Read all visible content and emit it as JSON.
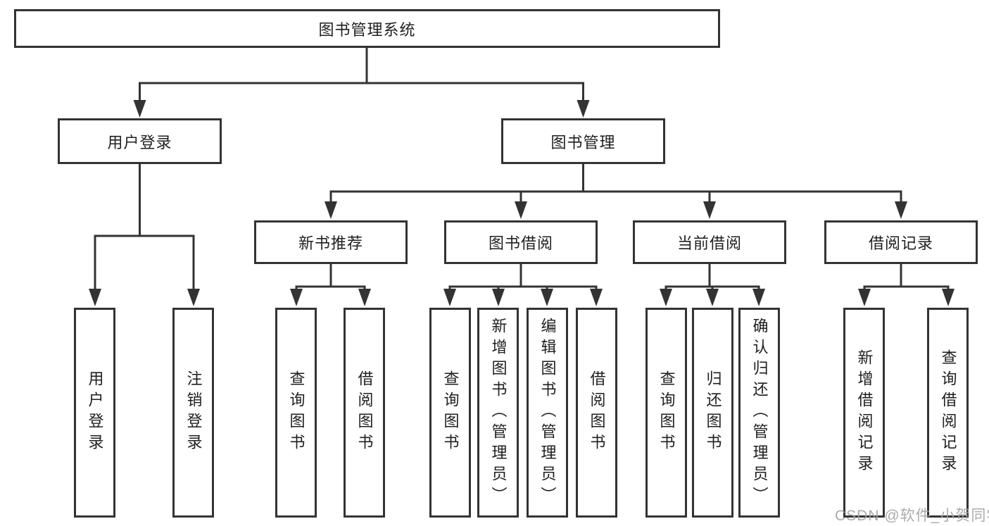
{
  "tree": {
    "root": {
      "label": "图书管理系统"
    },
    "children": [
      {
        "label": "用户登录",
        "children": [
          {
            "label": "用户登录"
          },
          {
            "label": "注销登录"
          }
        ]
      },
      {
        "label": "图书管理",
        "children": [
          {
            "label": "新书推荐",
            "children": [
              {
                "label": "查询图书"
              },
              {
                "label": "借阅图书"
              }
            ]
          },
          {
            "label": "图书借阅",
            "children": [
              {
                "label": "查询图书"
              },
              {
                "label": "新增图书（管理员）"
              },
              {
                "label": "编辑图书（管理员）"
              },
              {
                "label": "借阅图书"
              }
            ]
          },
          {
            "label": "当前借阅",
            "children": [
              {
                "label": "查询图书"
              },
              {
                "label": "归还图书"
              },
              {
                "label": "确认归还（管理员）"
              }
            ]
          },
          {
            "label": "借阅记录",
            "children": [
              {
                "label": "新增借阅记录"
              },
              {
                "label": "查询借阅记录"
              }
            ]
          }
        ]
      }
    ]
  },
  "colors": {
    "line": "#333333",
    "text": "#1f1f1f",
    "background": "#ffffff",
    "watermark": "#a2a2a2"
  },
  "watermark": {
    "text": "CSDN @软件_小贺同学"
  }
}
